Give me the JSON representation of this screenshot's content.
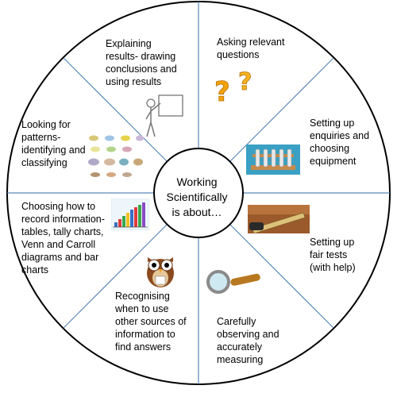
{
  "center": {
    "label": "Working\nScientifically\nis about…"
  },
  "segments": [
    {
      "label": "Explaining\nresults- drawing\nconclusions and\nusing results",
      "icon": "presenter-icon"
    },
    {
      "label": "Asking  relevant\nquestions",
      "icon": "question-marks-icon"
    },
    {
      "label": "Setting up\nenquiries and\nchoosing\nequipment",
      "icon": "test-tube-rack-icon"
    },
    {
      "label": "Setting up\nfair tests\n(with help)",
      "icon": "ruler-icon"
    },
    {
      "label": "Carefully\nobserving and\naccurately\nmeasuring",
      "icon": "magnifying-glass-icon"
    },
    {
      "label": "Recognising\nwhen to use\nother sources of\ninformation to\nfind answers",
      "icon": "owl-icon"
    },
    {
      "label": "Choosing how to\nrecord information-\ntables, tally charts,\nVenn and Carroll\ndiagrams and bar\ncharts",
      "icon": "bar-chart-icon"
    },
    {
      "label": "Looking for\npatterns-\nidentifying and\nclassifying",
      "icon": "birds-icon"
    }
  ],
  "colors": {
    "outline": "#000000",
    "dividers": "#5b87b8"
  }
}
